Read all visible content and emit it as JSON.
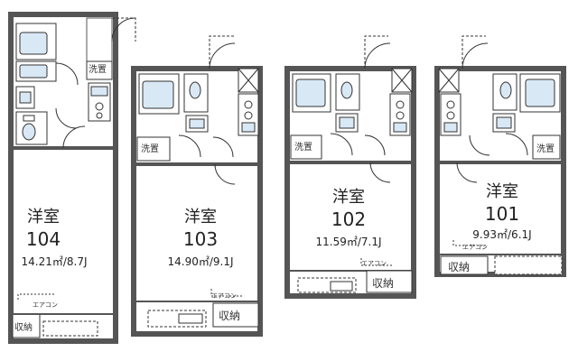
{
  "units": [
    {
      "id": "104",
      "room_type": "洋室",
      "number": "104",
      "area": "14.21㎡/8.7J",
      "labels": {
        "laundry": "洗置",
        "storage": "収納",
        "aircon": "エアコン"
      }
    },
    {
      "id": "103",
      "room_type": "洋室",
      "number": "103",
      "area": "14.90㎡/9.1J",
      "labels": {
        "laundry": "洗置",
        "storage": "収納",
        "aircon": "エアコン"
      }
    },
    {
      "id": "102",
      "room_type": "洋室",
      "number": "102",
      "area": "11.59㎡/7.1J",
      "labels": {
        "laundry": "洗置",
        "storage": "収納",
        "aircon": "エアコン"
      }
    },
    {
      "id": "101",
      "room_type": "洋室",
      "number": "101",
      "area": "9.93㎡/6.1J",
      "labels": {
        "laundry": "洗置",
        "storage": "収納",
        "aircon": "エアコン"
      }
    }
  ],
  "colors": {
    "wall": "#555555",
    "fixture": "#d9e8f5",
    "line": "#333333"
  }
}
